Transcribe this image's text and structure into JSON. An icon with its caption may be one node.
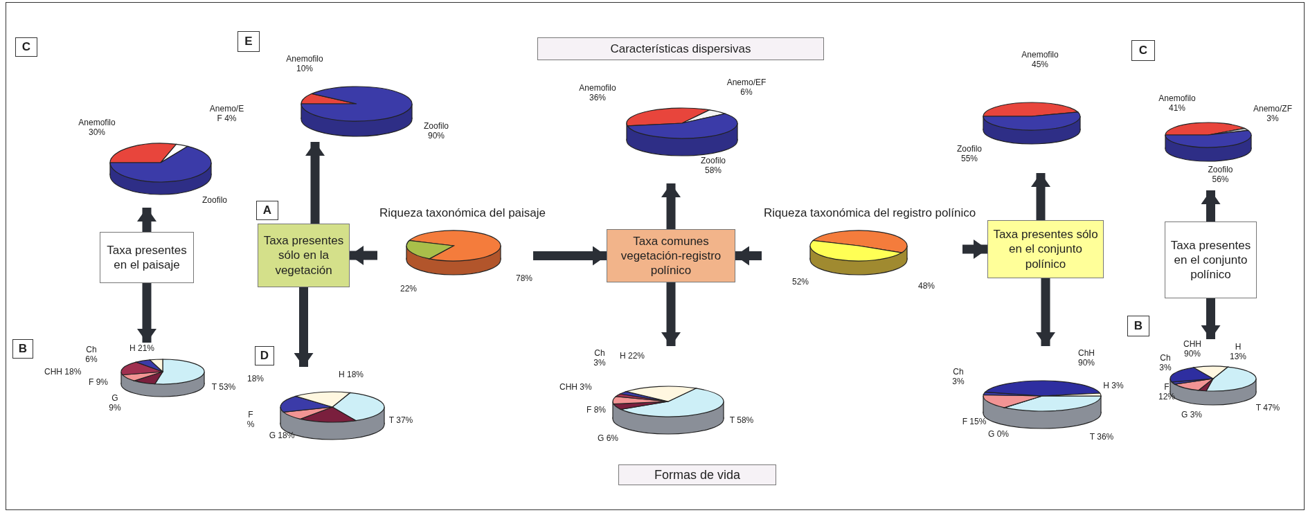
{
  "diagram": {
    "nodes": [
      {
        "text": [
          "C"
        ]
      },
      {
        "text": [
          "E"
        ]
      },
      {
        "text": [
          "Características dispersivas"
        ]
      },
      {
        "text": [
          "C"
        ]
      },
      {
        "text": [
          "Anemofilo 30%",
          "Anemo/E F 4%",
          "Zoofilo"
        ]
      },
      {
        "text": [
          "Anemofilo 10%",
          "Zoofilo 90%"
        ]
      },
      {
        "text": [
          "Anemofilo 36%",
          "Anemo/EF 6%",
          "Zoofilo 58%"
        ]
      },
      {
        "text": [
          "Anemofilo 45%",
          "Zoofilo 55%"
        ]
      },
      {
        "text": [
          "Anemofilo 41%",
          "Anemo/ZF 3%",
          "Zoofilo 56%"
        ]
      },
      {
        "text": [
          "A"
        ]
      },
      {
        "text": [
          "Riqueza taxonómica del paisaje",
          "22%",
          "78%"
        ]
      },
      {
        "text": [
          "Riqueza taxonómica del registro polínico",
          "52%",
          "48%"
        ]
      },
      {
        "text": [
          "Taxa presentes en el paisaje"
        ]
      },
      {
        "text": [
          "Taxa presentes sólo en la vegetación"
        ]
      },
      {
        "text": [
          "Taxa comunes vegetación-registro polínico"
        ]
      },
      {
        "text": [
          "Taxa presentes sólo en el conjunto polínico"
        ]
      },
      {
        "text": [
          "Taxa presentes en el conjunto polínico"
        ]
      },
      {
        "text": [
          "B"
        ]
      },
      {
        "text": [
          "D"
        ]
      },
      {
        "text": [
          "B"
        ]
      },
      {
        "text": [
          "Ch 6%",
          "H 21%",
          "CHH 18%",
          "F 9%",
          "G 9%",
          "T 53%"
        ]
      },
      {
        "text": [
          "18%",
          "H 18%",
          "F %",
          "G 18%",
          "T 37%"
        ]
      },
      {
        "text": [
          "Ch 3%",
          "H 22%",
          "CHH 3%",
          "F 8%",
          "G 6%",
          "T 58%"
        ]
      },
      {
        "text": [
          "ChH 90%",
          "Ch 3%",
          "H 3%",
          "F 15%",
          "G 0%",
          "T 36%"
        ]
      },
      {
        "text": [
          "CHH 90%",
          "H 13%",
          "Ch 3%",
          "F 12%",
          "G 3%",
          "T 47%"
        ]
      },
      {
        "text": [
          "Formas de vida"
        ]
      }
    ],
    "edges": [
      {
        "from": 12,
        "to": 4,
        "arrow": "to"
      },
      {
        "from": 13,
        "to": 5,
        "arrow": "to"
      },
      {
        "from": 10,
        "to": 13,
        "arrow": "to"
      },
      {
        "from": 10,
        "to": 14,
        "arrow": "to"
      },
      {
        "from": 14,
        "to": 6,
        "arrow": "to"
      },
      {
        "from": 11,
        "to": 14,
        "arrow": "to"
      },
      {
        "from": 11,
        "to": 15,
        "arrow": "to"
      },
      {
        "from": 15,
        "to": 7,
        "arrow": "to"
      },
      {
        "from": 16,
        "to": 8,
        "arrow": "to"
      },
      {
        "from": 12,
        "to": 20,
        "arrow": "to"
      },
      {
        "from": 13,
        "to": 21,
        "arrow": "to"
      },
      {
        "from": 14,
        "to": 22,
        "arrow": "to"
      },
      {
        "from": 15,
        "to": 23,
        "arrow": "to"
      },
      {
        "from": 16,
        "to": 24,
        "arrow": "to"
      }
    ]
  }
}
